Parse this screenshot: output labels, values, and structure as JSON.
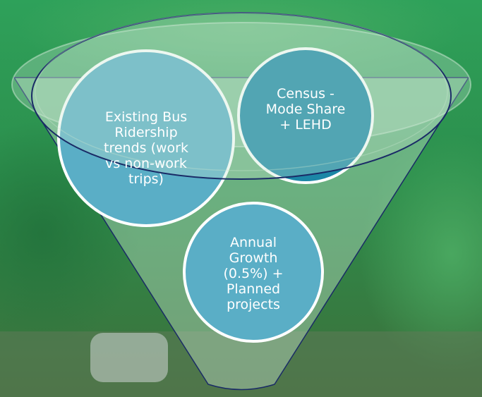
{
  "diagram": {
    "funnel_circles": [
      {
        "id": "bus-ridership",
        "text": "Existing Bus\nRidership\ntrends (work\nvs non-work\ntrips)",
        "fill": "#5aaec6"
      },
      {
        "id": "census",
        "text": "Census -\nMode Share\n+ LEHD",
        "fill": "#1b86a6"
      },
      {
        "id": "annual-growth",
        "text": "Annual\nGrowth\n(0.5%) +\nPlanned\nprojects",
        "fill": "#5aaec6"
      }
    ]
  },
  "colors": {
    "background": "#2f9a52",
    "funnel_fill": "#c8e6cf",
    "funnel_stroke": "#1a2b66",
    "circle_stroke": "#ffffff",
    "circle_text": "#ffffff"
  }
}
